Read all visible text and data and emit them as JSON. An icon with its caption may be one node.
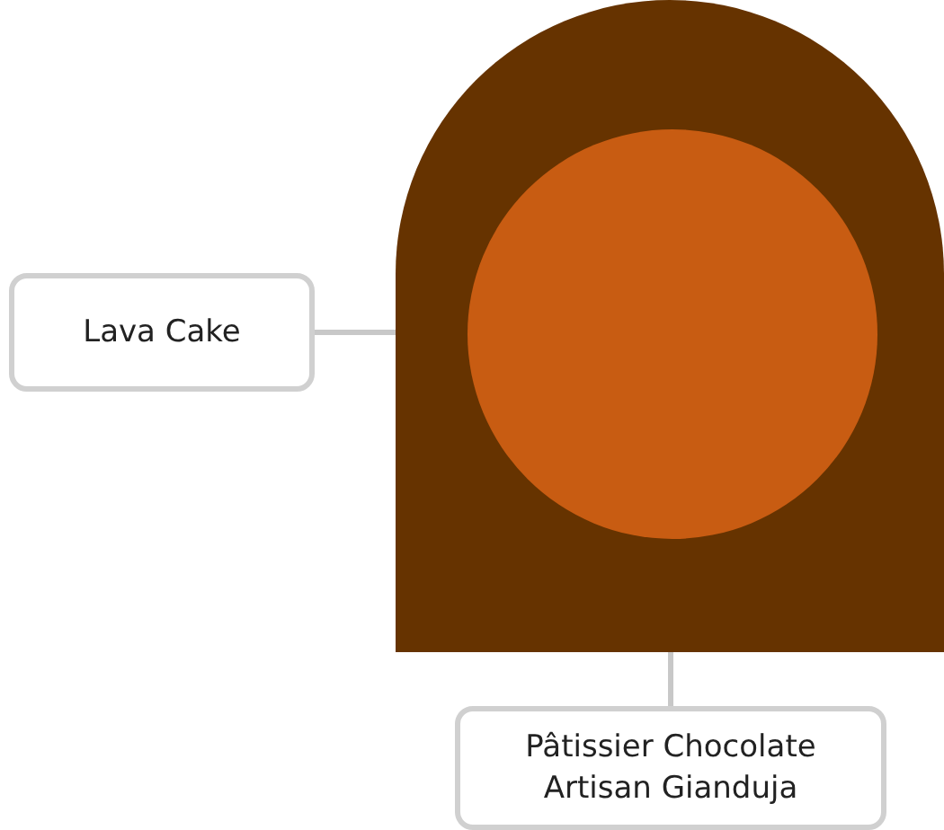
{
  "diagram": {
    "nodes": [
      {
        "text": [],
        "shape": "arch"
      },
      {
        "text": [],
        "shape": "circle",
        "in": 0
      },
      {
        "text": [
          "Lava Cake"
        ]
      },
      {
        "text": [
          "Pâtissier Chocolate Artisan Gianduja"
        ]
      }
    ],
    "edges": [
      {
        "from": 2,
        "to": 0,
        "arrow": "none"
      },
      {
        "from": 3,
        "to": 1,
        "arrow": "none"
      }
    ]
  }
}
